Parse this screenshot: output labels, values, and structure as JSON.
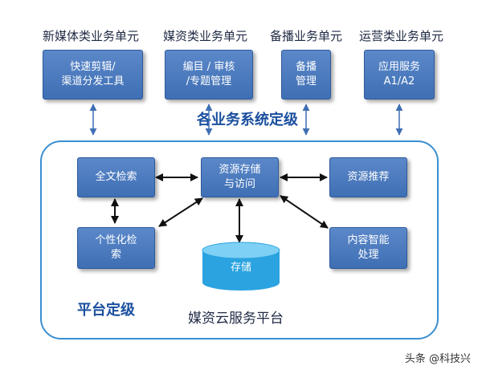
{
  "business_units": [
    {
      "title": "新媒体类业务单元",
      "box_lines": [
        "快速剪辑/",
        "渠道分发工具"
      ]
    },
    {
      "title": "媒资类业务单元",
      "box_lines": [
        "编目 / 审核",
        "/专题管理"
      ]
    },
    {
      "title": "备播业务单元",
      "box_lines": [
        "备播",
        "管理"
      ]
    },
    {
      "title": "运营类业务单元",
      "box_lines": [
        "应用服务",
        "A1/A2"
      ]
    }
  ],
  "business_system_label": "各业务系统定级",
  "platform": {
    "label": "平台定级",
    "title": "媒资云服务平台",
    "nodes": {
      "fulltext_search": [
        "全文检索"
      ],
      "resource_storage": [
        "资源存储",
        "与访问"
      ],
      "resource_recommend": [
        "资源推荐"
      ],
      "personalized_search": [
        "个性化检",
        "索"
      ],
      "content_ai": [
        "内容智能",
        "处理"
      ],
      "storage": "存储"
    }
  },
  "watermark": "头条 @科技兴",
  "colors": {
    "box_fill": "#4a79bd",
    "arrow_blue": "#3f6fb4",
    "arrow_black": "#111111",
    "frame": "#3a8fd1",
    "cylinder": "#2aa3e0",
    "label_blue": "#1a4f9e"
  }
}
